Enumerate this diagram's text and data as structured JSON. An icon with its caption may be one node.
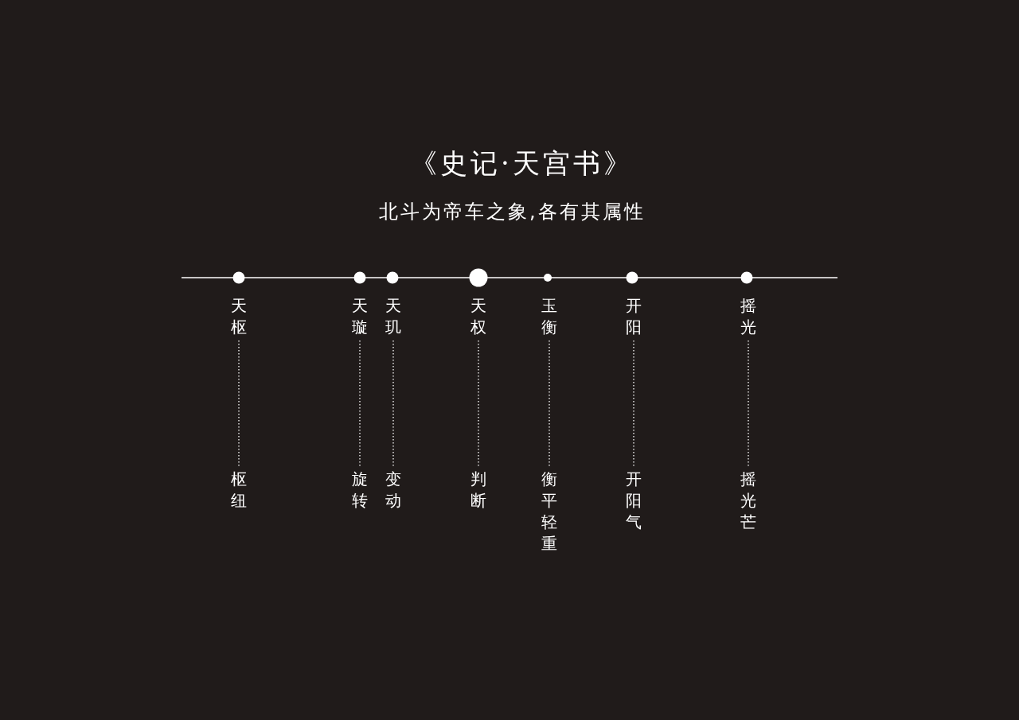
{
  "diagram": {
    "title": "《史记·天宫书》",
    "nodes": [
      {
        "text": [
          "天枢"
        ]
      },
      {
        "text": [
          "天璇"
        ]
      },
      {
        "text": [
          "天玑"
        ]
      },
      {
        "text": [
          "天权"
        ]
      },
      {
        "text": [
          "玉衡"
        ]
      },
      {
        "text": [
          "开阳"
        ]
      },
      {
        "text": [
          "摇光"
        ]
      },
      {
        "text": [
          "枢纽"
        ]
      },
      {
        "text": [
          "旋转"
        ]
      },
      {
        "text": [
          "变动"
        ]
      },
      {
        "text": [
          "判断"
        ]
      },
      {
        "text": [
          "衡平轻重"
        ]
      },
      {
        "text": [
          "开阳气"
        ]
      },
      {
        "text": [
          "摇光芒"
        ]
      }
    ],
    "edges": [
      {
        "from": 0,
        "to": 7,
        "arrow": "none",
        "style": "dashed"
      },
      {
        "from": 1,
        "to": 8,
        "arrow": "none",
        "style": "dashed"
      },
      {
        "from": 2,
        "to": 9,
        "arrow": "none",
        "style": "dashed"
      },
      {
        "from": 3,
        "to": 10,
        "arrow": "none",
        "style": "dashed"
      },
      {
        "from": 4,
        "to": 11,
        "arrow": "none",
        "style": "dashed"
      },
      {
        "from": 5,
        "to": 12,
        "arrow": "none",
        "style": "dashed"
      },
      {
        "from": 6,
        "to": 13,
        "arrow": "none",
        "style": "dashed"
      }
    ],
    "labels": [
      "北斗为帝车之象,各有其属性"
    ]
  }
}
